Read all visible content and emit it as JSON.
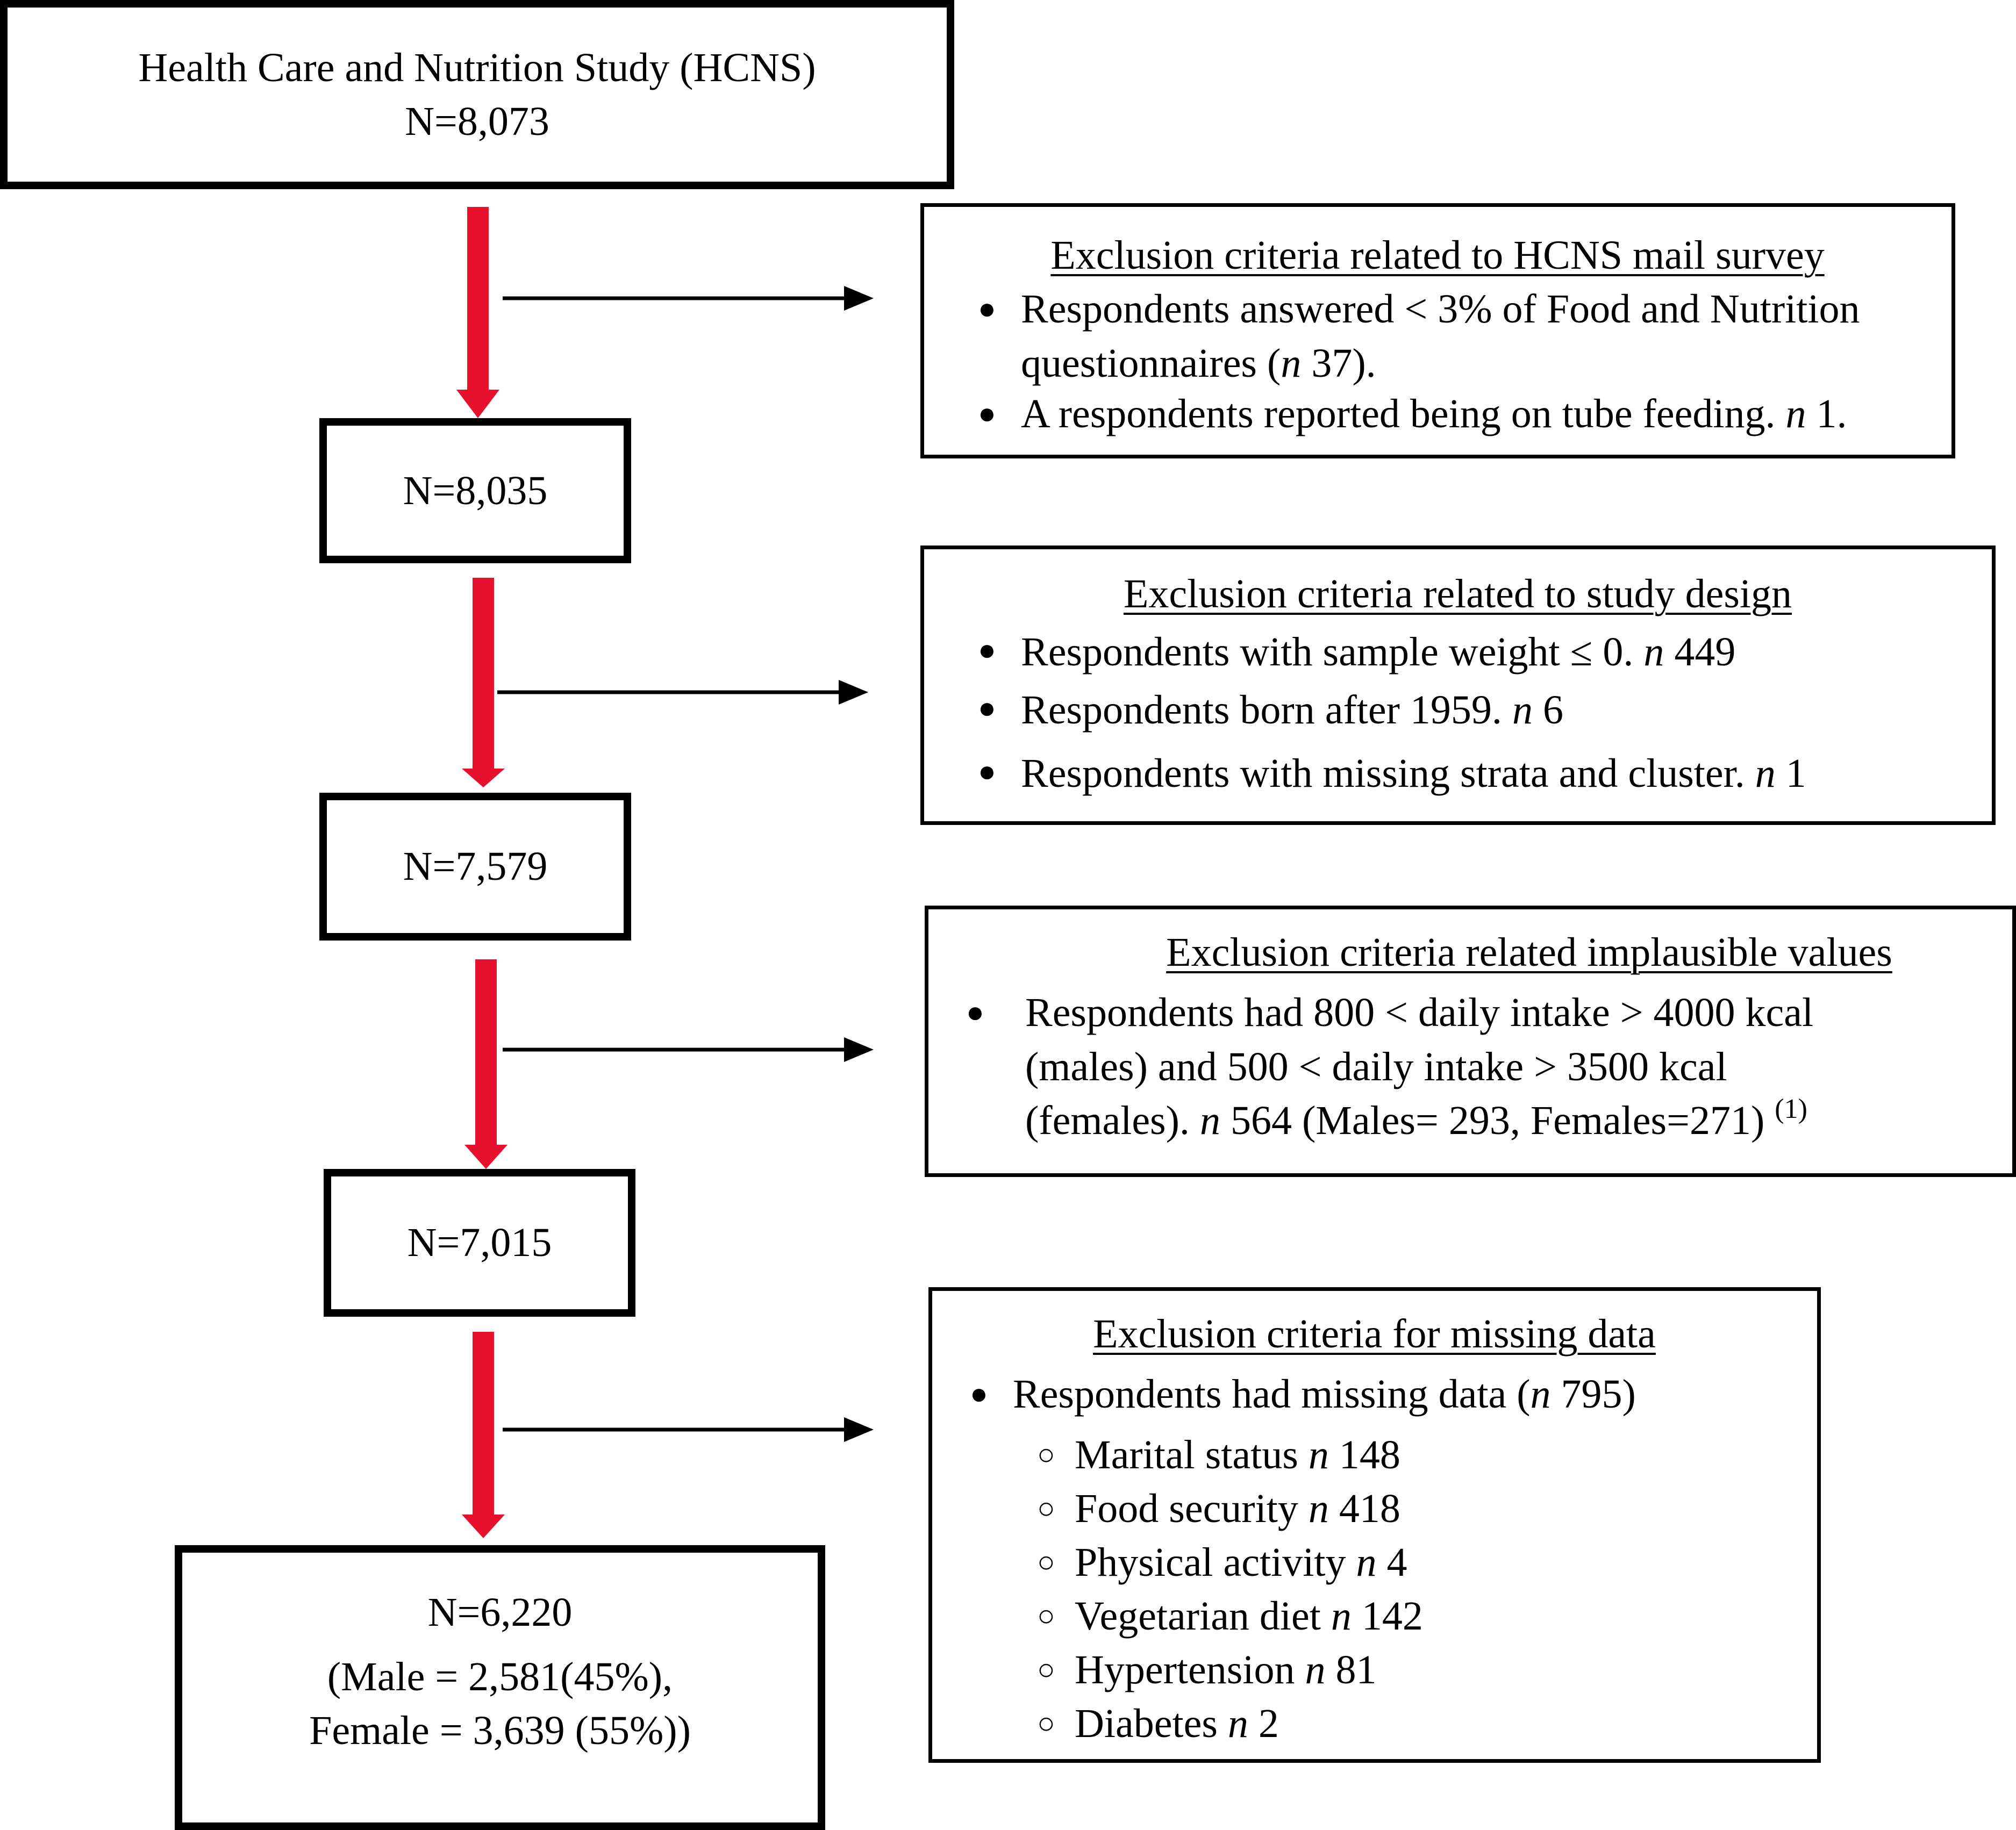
{
  "top_box": {
    "title": "Health Care and Nutrition Study (HCNS)",
    "count": "N=8,073"
  },
  "stage1": {
    "count": "N=8,035"
  },
  "stage2": {
    "count": "N=7,579"
  },
  "stage3": {
    "count": "N=7,015"
  },
  "final_box": {
    "count": "N=6,220",
    "line1": "(Male = 2,581(45%),",
    "line2": "Female = 3,639 (55%))"
  },
  "excl1": {
    "title": "Exclusion criteria related to HCNS mail survey",
    "b1_line1": "Respondents answered < 3% of Food and Nutrition",
    "b1_line2_pre": "questionnaires (",
    "b1_n": "n",
    "b1_line2_post": " 37).",
    "b2_pre": "A respondents reported being on tube feeding. ",
    "b2_n": "n",
    "b2_post": " 1."
  },
  "excl2": {
    "title": "Exclusion criteria related to study design",
    "b1_pre": "Respondents with sample weight ≤ 0. ",
    "b1_n": "n",
    "b1_post": " 449",
    "b2_pre": "Respondents born after 1959. ",
    "b2_n": "n",
    "b2_post": " 6",
    "b3_pre": "Respondents with missing strata and cluster. ",
    "b3_n": "n",
    "b3_post": " 1"
  },
  "excl3": {
    "title": "Exclusion criteria related implausible values",
    "line1": "Respondents had 800 < daily intake > 4000 kcal",
    "line2": "(males) and 500 < daily intake > 3500 kcal",
    "line3_pre": "(females). ",
    "line3_n": "n",
    "line3_post": " 564 (Males= 293, Females=271) ",
    "line3_sup": "(1)"
  },
  "excl4": {
    "title": "Exclusion criteria for missing data",
    "b1_pre": "Respondents had missing data (",
    "b1_n": "n",
    "b1_post": " 795)",
    "items": [
      {
        "label": "Marital status ",
        "n": "n",
        "value": " 148"
      },
      {
        "label": "Food security ",
        "n": "n",
        "value": " 418"
      },
      {
        "label": "Physical activity ",
        "n": "n",
        "value": " 4"
      },
      {
        "label": "Vegetarian diet ",
        "n": "n",
        "value": " 142"
      },
      {
        "label": "Hypertension ",
        "n": "n",
        "value": " 81"
      },
      {
        "label": "Diabetes ",
        "n": "n",
        "value": " 2"
      }
    ]
  },
  "colors": {
    "flow_arrow": "#e8112d",
    "side_arrow": "#000000",
    "border": "#000000"
  }
}
